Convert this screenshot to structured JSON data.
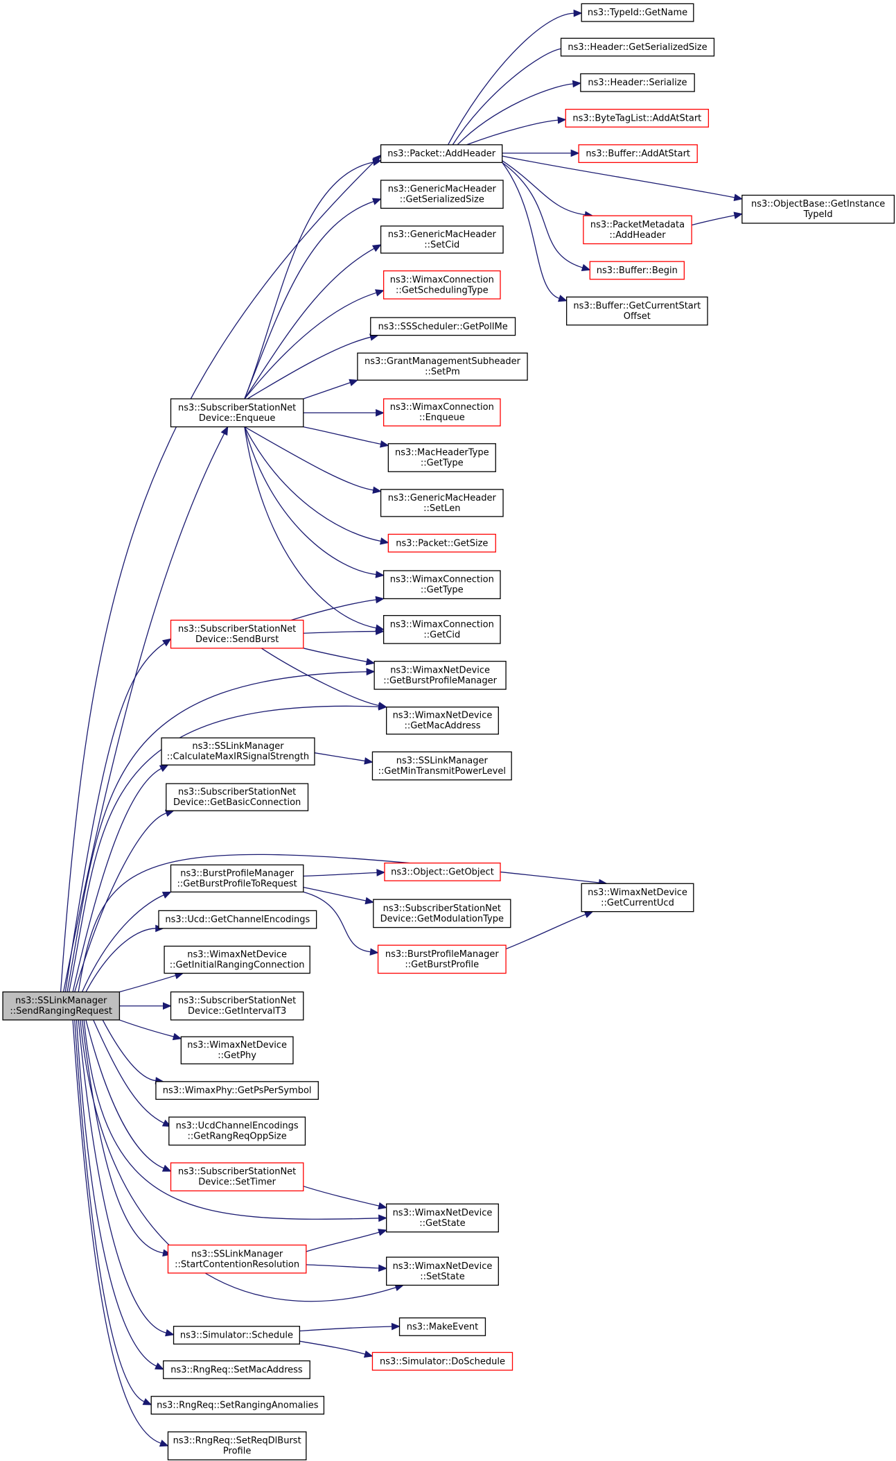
{
  "colors": {
    "edge": "#191970",
    "node_border": "#000000",
    "truncated_node_border": "#ff0000",
    "root_fill": "#bfbfbf",
    "background": "#ffffff"
  },
  "nodes": [
    {
      "id": "root",
      "lines": [
        "ns3::SSLinkManager",
        "::SendRangingRequest"
      ],
      "style": "root"
    },
    {
      "id": "typeid_getname",
      "lines": [
        "ns3::TypeId::GetName"
      ],
      "style": "black"
    },
    {
      "id": "header_getserializedsize",
      "lines": [
        "ns3::Header::GetSerializedSize"
      ],
      "style": "black"
    },
    {
      "id": "header_serialize",
      "lines": [
        "ns3::Header::Serialize"
      ],
      "style": "black"
    },
    {
      "id": "bytetaglist_addatstart",
      "lines": [
        "ns3::ByteTagList::AddAtStart"
      ],
      "style": "red"
    },
    {
      "id": "packet_addheader",
      "lines": [
        "ns3::Packet::AddHeader"
      ],
      "style": "black"
    },
    {
      "id": "buffer_addatstart",
      "lines": [
        "ns3::Buffer::AddAtStart"
      ],
      "style": "red"
    },
    {
      "id": "objectbase_getinstancetypeid",
      "lines": [
        "ns3::ObjectBase::GetInstance",
        "TypeId"
      ],
      "style": "black"
    },
    {
      "id": "genericmacheader_getserializedsize",
      "lines": [
        "ns3::GenericMacHeader",
        "::GetSerializedSize"
      ],
      "style": "black"
    },
    {
      "id": "packetmetadata_addheader",
      "lines": [
        "ns3::PacketMetadata",
        "::AddHeader"
      ],
      "style": "red"
    },
    {
      "id": "genericmacheader_setcid",
      "lines": [
        "ns3::GenericMacHeader",
        "::SetCid"
      ],
      "style": "black"
    },
    {
      "id": "buffer_begin",
      "lines": [
        "ns3::Buffer::Begin"
      ],
      "style": "red"
    },
    {
      "id": "wimaxconnection_getschedulingtype",
      "lines": [
        "ns3::WimaxConnection",
        "::GetSchedulingType"
      ],
      "style": "red"
    },
    {
      "id": "buffer_getcurrentstartoffset",
      "lines": [
        "ns3::Buffer::GetCurrentStart",
        "Offset"
      ],
      "style": "black"
    },
    {
      "id": "ssscheduler_getpollme",
      "lines": [
        "ns3::SSScheduler::GetPollMe"
      ],
      "style": "black"
    },
    {
      "id": "grantmanagementsubheader_setpm",
      "lines": [
        "ns3::GrantManagementSubheader",
        "::SetPm"
      ],
      "style": "black"
    },
    {
      "id": "ssnetdevice_enqueue",
      "lines": [
        "ns3::SubscriberStationNet",
        "Device::Enqueue"
      ],
      "style": "black"
    },
    {
      "id": "wimaxconnection_enqueue",
      "lines": [
        "ns3::WimaxConnection",
        "::Enqueue"
      ],
      "style": "red"
    },
    {
      "id": "macheadertype_gettype",
      "lines": [
        "ns3::MacHeaderType",
        "::GetType"
      ],
      "style": "black"
    },
    {
      "id": "genericmacheader_setlen",
      "lines": [
        "ns3::GenericMacHeader",
        "::SetLen"
      ],
      "style": "black"
    },
    {
      "id": "packet_getsize",
      "lines": [
        "ns3::Packet::GetSize"
      ],
      "style": "red"
    },
    {
      "id": "wimaxconnection_gettype",
      "lines": [
        "ns3::WimaxConnection",
        "::GetType"
      ],
      "style": "black"
    },
    {
      "id": "ssnetdevice_sendburst",
      "lines": [
        "ns3::SubscriberStationNet",
        "Device::SendBurst"
      ],
      "style": "red"
    },
    {
      "id": "wimaxconnection_getcid",
      "lines": [
        "ns3::WimaxConnection",
        "::GetCid"
      ],
      "style": "black"
    },
    {
      "id": "wimaxnetdevice_getburstprofilemanager",
      "lines": [
        "ns3::WimaxNetDevice",
        "::GetBurstProfileManager"
      ],
      "style": "black"
    },
    {
      "id": "wimaxnetdevice_getmacaddress",
      "lines": [
        "ns3::WimaxNetDevice",
        "::GetMacAddress"
      ],
      "style": "black"
    },
    {
      "id": "sslinkmanager_calculatemaxirsignalstrength",
      "lines": [
        "ns3::SSLinkManager",
        "::CalculateMaxIRSignalStrength"
      ],
      "style": "black"
    },
    {
      "id": "sslinkmanager_getmintransmitpowerlevel",
      "lines": [
        "ns3::SSLinkManager",
        "::GetMinTransmitPowerLevel"
      ],
      "style": "black"
    },
    {
      "id": "ssnetdevice_getbasicconnection",
      "lines": [
        "ns3::SubscriberStationNet",
        "Device::GetBasicConnection"
      ],
      "style": "black"
    },
    {
      "id": "object_getobject",
      "lines": [
        "ns3::Object::GetObject"
      ],
      "style": "red"
    },
    {
      "id": "burstprofilemanager_getburstprofiletorequest",
      "lines": [
        "ns3::BurstProfileManager",
        "::GetBurstProfileToRequest"
      ],
      "style": "black"
    },
    {
      "id": "wimaxnetdevice_getcurrentucd",
      "lines": [
        "ns3::WimaxNetDevice",
        "::GetCurrentUcd"
      ],
      "style": "black"
    },
    {
      "id": "ssnetdevice_getmodulationtype",
      "lines": [
        "ns3::SubscriberStationNet",
        "Device::GetModulationType"
      ],
      "style": "black"
    },
    {
      "id": "ucd_getchannelencodings",
      "lines": [
        "ns3::Ucd::GetChannelEncodings"
      ],
      "style": "black"
    },
    {
      "id": "burstprofilemanager_getburstprofile",
      "lines": [
        "ns3::BurstProfileManager",
        "::GetBurstProfile"
      ],
      "style": "red"
    },
    {
      "id": "wimaxnetdevice_getinitialrangingconnection",
      "lines": [
        "ns3::WimaxNetDevice",
        "::GetInitialRangingConnection"
      ],
      "style": "black"
    },
    {
      "id": "ssnetdevice_getintervalt3",
      "lines": [
        "ns3::SubscriberStationNet",
        "Device::GetIntervalT3"
      ],
      "style": "black"
    },
    {
      "id": "wimaxnetdevice_getphy",
      "lines": [
        "ns3::WimaxNetDevice",
        "::GetPhy"
      ],
      "style": "black"
    },
    {
      "id": "wimaxphy_getpspersymbol",
      "lines": [
        "ns3::WimaxPhy::GetPsPerSymbol"
      ],
      "style": "black"
    },
    {
      "id": "ucdchannelencodings_getrangreqoppsize",
      "lines": [
        "ns3::UcdChannelEncodings",
        "::GetRangReqOppSize"
      ],
      "style": "black"
    },
    {
      "id": "ssnetdevice_settimer",
      "lines": [
        "ns3::SubscriberStationNet",
        "Device::SetTimer"
      ],
      "style": "red"
    },
    {
      "id": "wimaxnetdevice_getstate",
      "lines": [
        "ns3::WimaxNetDevice",
        "::GetState"
      ],
      "style": "black"
    },
    {
      "id": "sslinkmanager_startcontentionresolution",
      "lines": [
        "ns3::SSLinkManager",
        "::StartContentionResolution"
      ],
      "style": "red"
    },
    {
      "id": "wimaxnetdevice_setstate",
      "lines": [
        "ns3::WimaxNetDevice",
        "::SetState"
      ],
      "style": "black"
    },
    {
      "id": "makeevent",
      "lines": [
        "ns3::MakeEvent"
      ],
      "style": "black"
    },
    {
      "id": "simulator_schedule",
      "lines": [
        "ns3::Simulator::Schedule"
      ],
      "style": "black"
    },
    {
      "id": "simulator_doschedule",
      "lines": [
        "ns3::Simulator::DoSchedule"
      ],
      "style": "red"
    },
    {
      "id": "rngreq_setmacaddress",
      "lines": [
        "ns3::RngReq::SetMacAddress"
      ],
      "style": "black"
    },
    {
      "id": "rngreq_setranginganomalies",
      "lines": [
        "ns3::RngReq::SetRangingAnomalies"
      ],
      "style": "black"
    },
    {
      "id": "rngreq_setreqdlburstprofile",
      "lines": [
        "ns3::RngReq::SetReqDlBurst",
        "Profile"
      ],
      "style": "black"
    }
  ],
  "edges": [
    [
      "root",
      "packet_addheader"
    ],
    [
      "root",
      "ssnetdevice_enqueue"
    ],
    [
      "root",
      "ssnetdevice_sendburst"
    ],
    [
      "root",
      "wimaxnetdevice_getburstprofilemanager"
    ],
    [
      "root",
      "wimaxnetdevice_getmacaddress"
    ],
    [
      "root",
      "sslinkmanager_calculatemaxirsignalstrength"
    ],
    [
      "root",
      "ssnetdevice_getbasicconnection"
    ],
    [
      "root",
      "wimaxnetdevice_getcurrentucd"
    ],
    [
      "root",
      "burstprofilemanager_getburstprofiletorequest"
    ],
    [
      "root",
      "ucd_getchannelencodings"
    ],
    [
      "root",
      "wimaxnetdevice_getinitialrangingconnection"
    ],
    [
      "root",
      "ssnetdevice_getintervalt3"
    ],
    [
      "root",
      "wimaxnetdevice_getphy"
    ],
    [
      "root",
      "wimaxphy_getpspersymbol"
    ],
    [
      "root",
      "ucdchannelencodings_getrangreqoppsize"
    ],
    [
      "root",
      "ssnetdevice_settimer"
    ],
    [
      "root",
      "wimaxnetdevice_getstate"
    ],
    [
      "root",
      "sslinkmanager_startcontentionresolution"
    ],
    [
      "root",
      "wimaxnetdevice_setstate"
    ],
    [
      "root",
      "simulator_schedule"
    ],
    [
      "root",
      "rngreq_setmacaddress"
    ],
    [
      "root",
      "rngreq_setranginganomalies"
    ],
    [
      "root",
      "rngreq_setreqdlburstprofile"
    ],
    [
      "packet_addheader",
      "typeid_getname"
    ],
    [
      "packet_addheader",
      "header_getserializedsize"
    ],
    [
      "packet_addheader",
      "header_serialize"
    ],
    [
      "packet_addheader",
      "bytetaglist_addatstart"
    ],
    [
      "packet_addheader",
      "buffer_addatstart"
    ],
    [
      "packet_addheader",
      "objectbase_getinstancetypeid"
    ],
    [
      "packet_addheader",
      "packetmetadata_addheader"
    ],
    [
      "packet_addheader",
      "buffer_begin"
    ],
    [
      "packet_addheader",
      "buffer_getcurrentstartoffset"
    ],
    [
      "packetmetadata_addheader",
      "objectbase_getinstancetypeid"
    ],
    [
      "ssnetdevice_enqueue",
      "packet_addheader"
    ],
    [
      "ssnetdevice_enqueue",
      "genericmacheader_getserializedsize"
    ],
    [
      "ssnetdevice_enqueue",
      "genericmacheader_setcid"
    ],
    [
      "ssnetdevice_enqueue",
      "wimaxconnection_getschedulingtype"
    ],
    [
      "ssnetdevice_enqueue",
      "ssscheduler_getpollme"
    ],
    [
      "ssnetdevice_enqueue",
      "grantmanagementsubheader_setpm"
    ],
    [
      "ssnetdevice_enqueue",
      "wimaxconnection_enqueue"
    ],
    [
      "ssnetdevice_enqueue",
      "macheadertype_gettype"
    ],
    [
      "ssnetdevice_enqueue",
      "genericmacheader_setlen"
    ],
    [
      "ssnetdevice_enqueue",
      "packet_getsize"
    ],
    [
      "ssnetdevice_enqueue",
      "wimaxconnection_gettype"
    ],
    [
      "ssnetdevice_enqueue",
      "wimaxconnection_getcid"
    ],
    [
      "ssnetdevice_sendburst",
      "wimaxconnection_gettype"
    ],
    [
      "ssnetdevice_sendburst",
      "wimaxconnection_getcid"
    ],
    [
      "ssnetdevice_sendburst",
      "wimaxnetdevice_getburstprofilemanager"
    ],
    [
      "ssnetdevice_sendburst",
      "wimaxnetdevice_getmacaddress"
    ],
    [
      "sslinkmanager_calculatemaxirsignalstrength",
      "sslinkmanager_getmintransmitpowerlevel"
    ],
    [
      "burstprofilemanager_getburstprofiletorequest",
      "object_getobject"
    ],
    [
      "burstprofilemanager_getburstprofiletorequest",
      "ssnetdevice_getmodulationtype"
    ],
    [
      "burstprofilemanager_getburstprofiletorequest",
      "burstprofilemanager_getburstprofile"
    ],
    [
      "burstprofilemanager_getburstprofile",
      "wimaxnetdevice_getcurrentucd"
    ],
    [
      "ssnetdevice_settimer",
      "wimaxnetdevice_getstate"
    ],
    [
      "sslinkmanager_startcontentionresolution",
      "wimaxnetdevice_getstate"
    ],
    [
      "sslinkmanager_startcontentionresolution",
      "wimaxnetdevice_setstate"
    ],
    [
      "simulator_schedule",
      "makeevent"
    ],
    [
      "simulator_schedule",
      "simulator_doschedule"
    ]
  ]
}
